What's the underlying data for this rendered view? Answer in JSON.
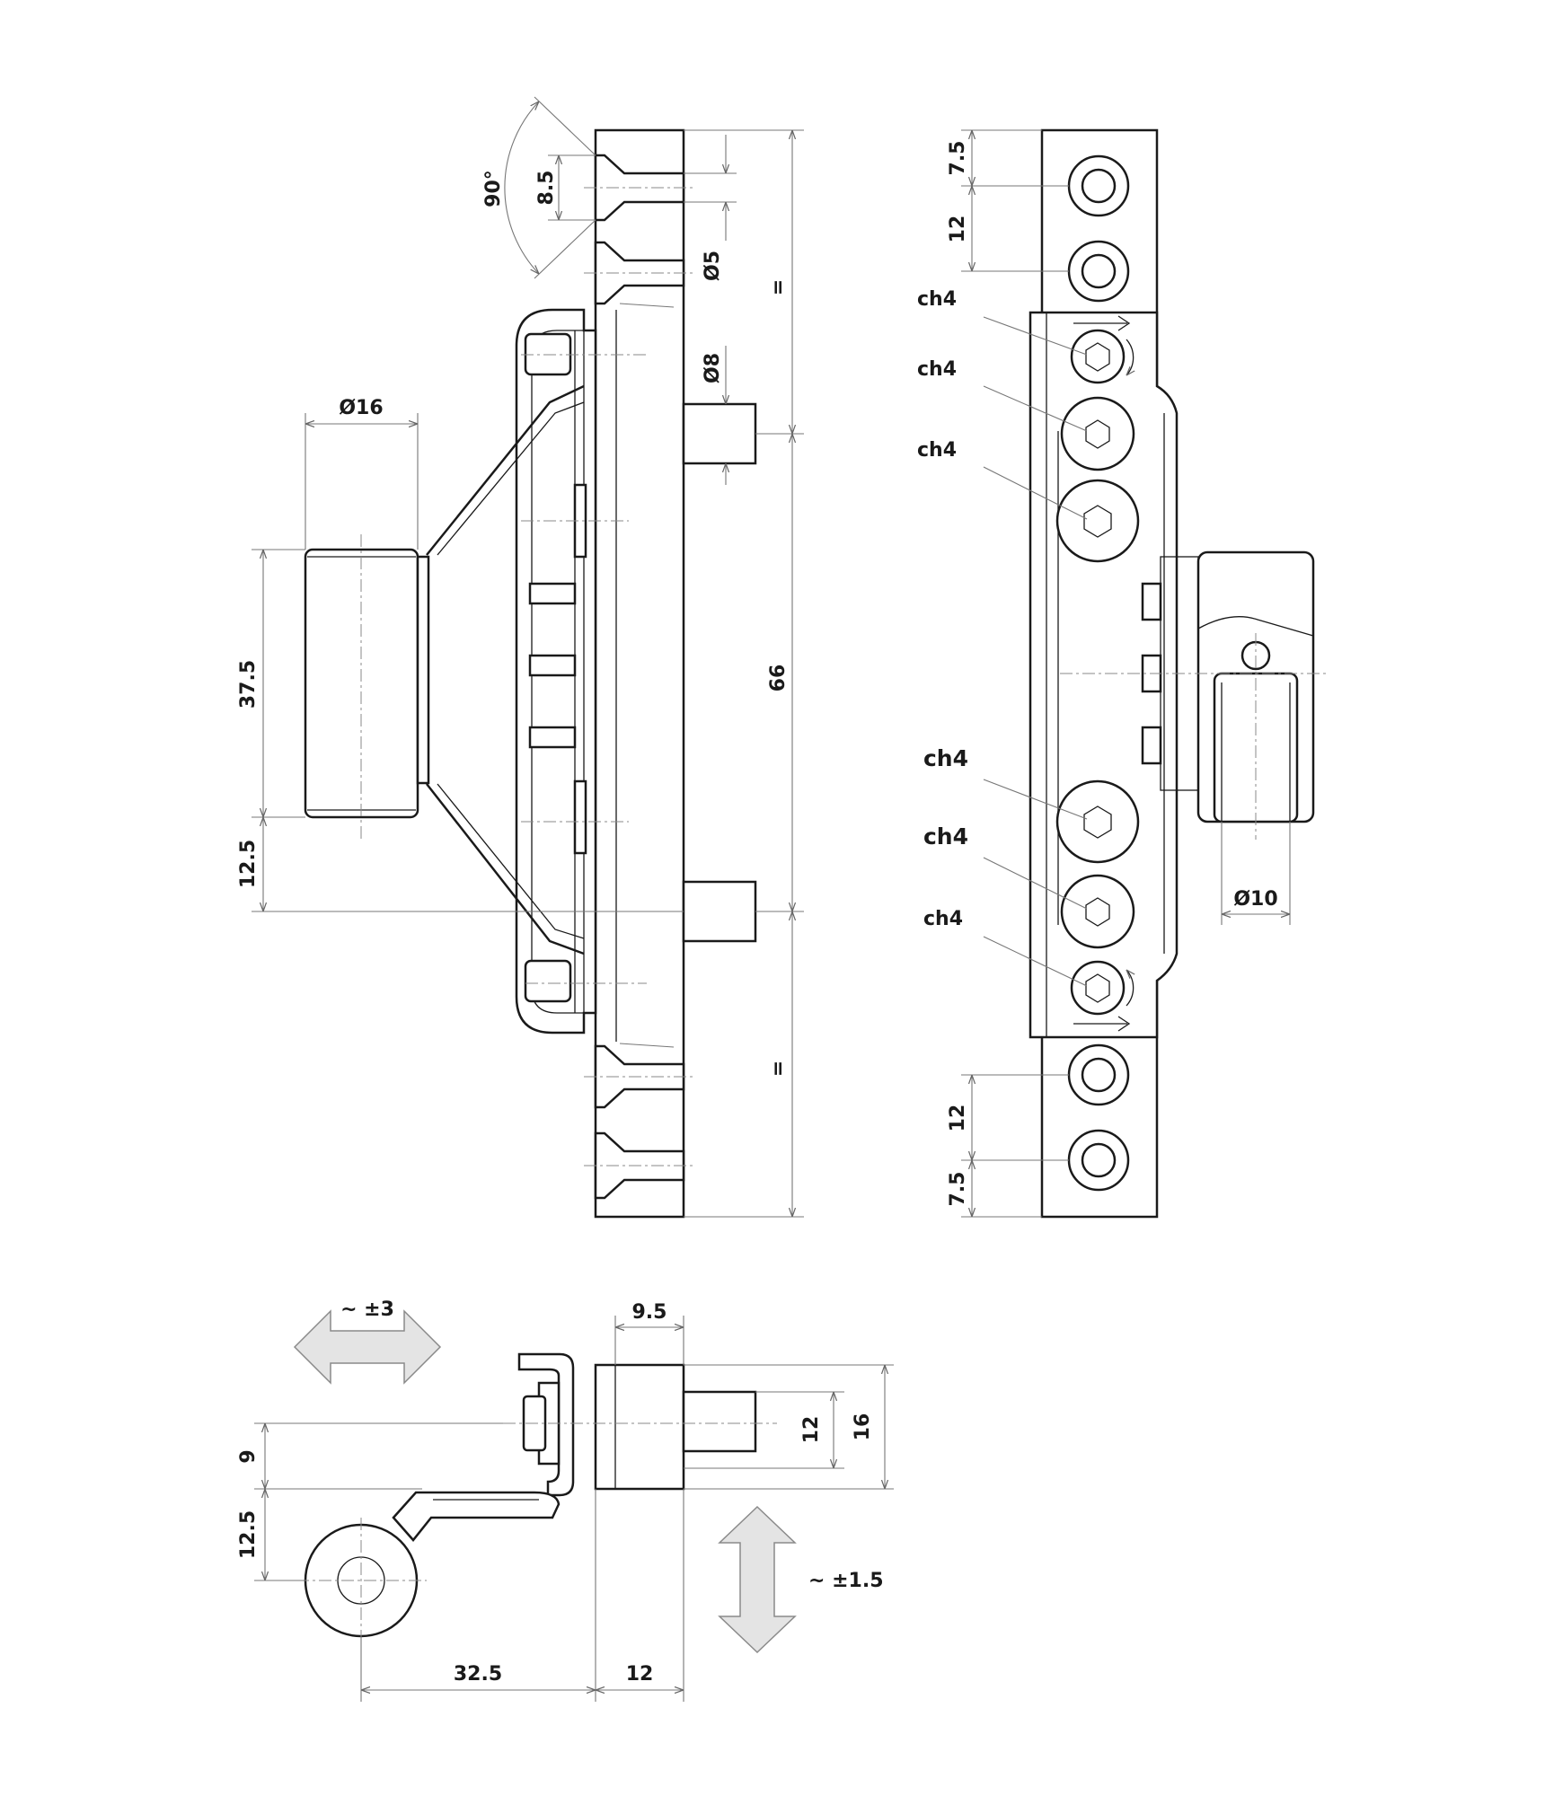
{
  "drawing": {
    "front_view": {
      "angle": "90°",
      "countersink_height": "8.5",
      "hole_diameter": "Ø5",
      "pin_diameter": "Ø8",
      "overall_height": "66",
      "equal_top": "=",
      "equal_bottom": "=",
      "cylinder_diameter": "Ø16",
      "cylinder_height": "37.5",
      "cylinder_offset": "12.5"
    },
    "side_view": {
      "top_pitch_edge": "7.5",
      "top_pitch": "12",
      "bottom_pitch": "12",
      "bottom_pitch_edge": "7.5",
      "roller_diameter": "Ø10",
      "hex_key_labels": [
        "ch4",
        "ch4",
        "ch4",
        "ch4",
        "ch4",
        "ch4"
      ]
    },
    "top_view": {
      "lateral_adjustment": "~ ±3",
      "vertical_adjustment": "~ ±1.5",
      "flange_width": "9.5",
      "inner_height": "12",
      "outer_height": "16",
      "arm_offset": "9",
      "roller_offset": "12.5",
      "roller_distance": "32.5",
      "base_depth": "12"
    }
  }
}
